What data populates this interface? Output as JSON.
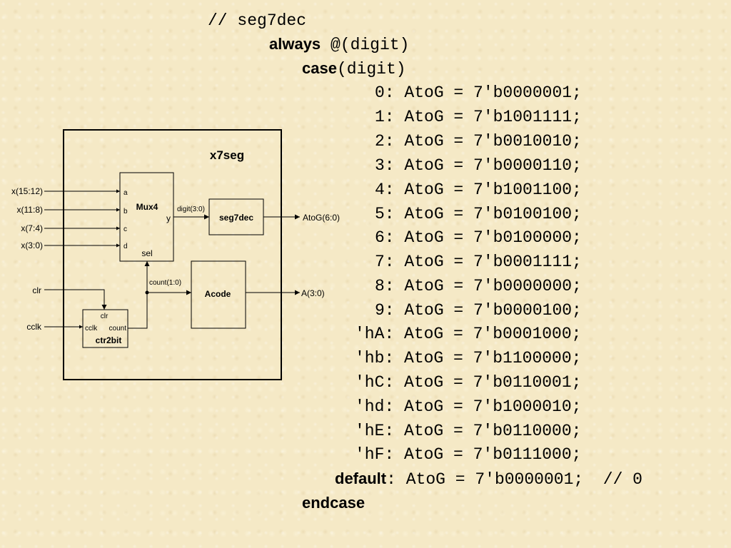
{
  "code": {
    "comment": "// seg7dec",
    "always_kw": "always",
    "always_rest": " @(digit)",
    "case_kw": "case",
    "case_rest": "(digit)",
    "cases": [
      "0: AtoG = 7'b0000001;",
      "1: AtoG = 7'b1001111;",
      "2: AtoG = 7'b0010010;",
      "3: AtoG = 7'b0000110;",
      "4: AtoG = 7'b1001100;",
      "5: AtoG = 7'b0100100;",
      "6: AtoG = 7'b0100000;",
      "7: AtoG = 7'b0001111;",
      "8: AtoG = 7'b0000000;",
      "9: AtoG = 7'b0000100;",
      "'hA: AtoG = 7'b0001000;",
      "'hb: AtoG = 7'b1100000;",
      "'hC: AtoG = 7'b0110001;",
      "'hd: AtoG = 7'b1000010;",
      "'hE: AtoG = 7'b0110000;",
      "'hF: AtoG = 7'b0111000;"
    ],
    "default_kw": "default",
    "default_rest": ": AtoG = 7'b0000001;  // 0",
    "endcase_kw": "endcase"
  },
  "diagram": {
    "title": "x7seg",
    "inputs": [
      "x(15:12)",
      "x(11:8)",
      "x(7:4)",
      "x(3:0)"
    ],
    "clr": "clr",
    "cclk": "cclk",
    "mux": {
      "name": "Mux4",
      "ports": [
        "a",
        "b",
        "c",
        "d"
      ],
      "out": "y",
      "sel": "sel"
    },
    "digit_label": "digit(3:0)",
    "seg7dec": "seg7dec",
    "atog_out": "AtoG(6:0)",
    "count_label": "count(1:0)",
    "acode": "Acode",
    "a_out": "A(3:0)",
    "ctr": {
      "name": "ctr2bit",
      "clr": "clr",
      "cclk": "cclk",
      "count": "count"
    }
  }
}
